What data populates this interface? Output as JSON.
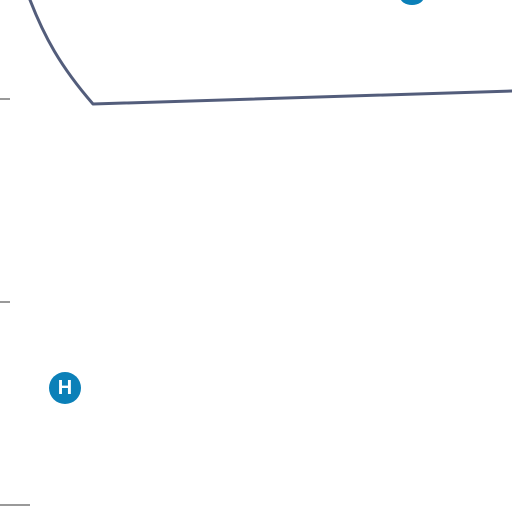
{
  "map": {
    "colors": {
      "background": "#ffffff",
      "boundary": "#535d7b",
      "marker_fill": "#0b80b8",
      "marker_text": "#ffffff",
      "scale_tick": "#333333"
    },
    "markers": [
      {
        "type": "hospital",
        "icon": "hospital-icon",
        "label": "H"
      },
      {
        "type": "poi",
        "icon": "map-pin-icon",
        "label": ""
      }
    ]
  }
}
